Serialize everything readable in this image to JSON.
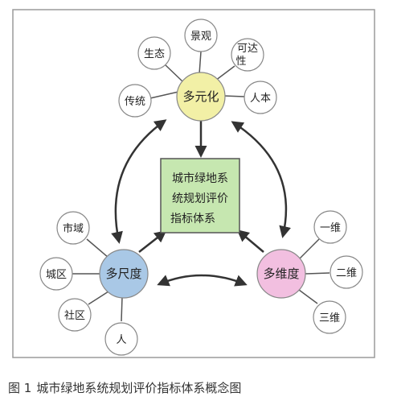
{
  "center_box": {
    "lines": [
      "城市绿地系",
      "统规划评价",
      "指标体系"
    ]
  },
  "hubs": {
    "top": {
      "label": "多元化",
      "color": "#f2f0a6"
    },
    "left": {
      "label": "多尺度",
      "color": "#a9c8e6"
    },
    "right": {
      "label": "多维度",
      "color": "#f2bfe0"
    }
  },
  "box_color": "#c6e7b0",
  "top_satellites": [
    "传统",
    "生态",
    "景观",
    "可达性",
    "人本"
  ],
  "left_satellites": [
    "市域",
    "城区",
    "社区",
    "人"
  ],
  "right_satellites": [
    "一维",
    "二维",
    "三维"
  ],
  "caption": {
    "number": "图 1",
    "text": "城市绿地系统规划评价指标体系概念图"
  }
}
